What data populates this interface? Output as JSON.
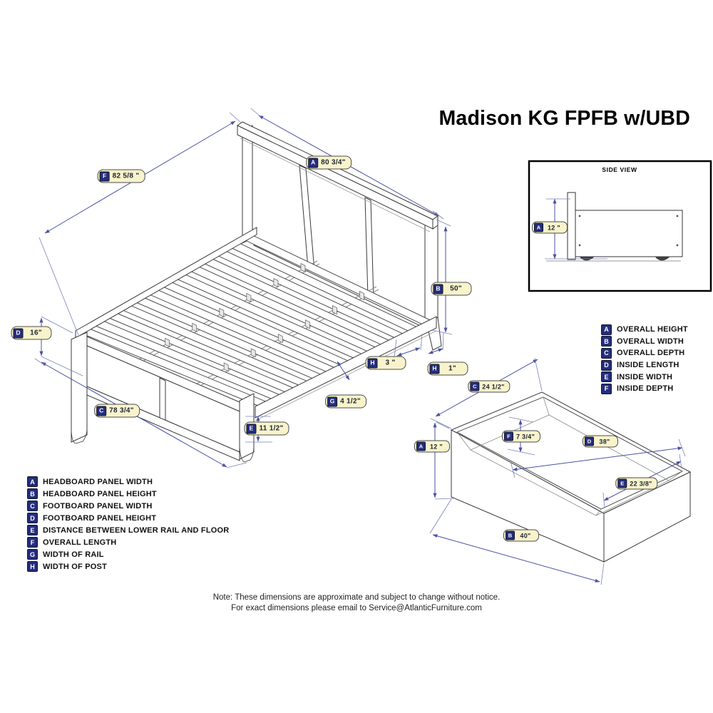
{
  "title": "Madison KG FPFB w/UBD",
  "side_view": {
    "title": "SIDE VIEW"
  },
  "labels": {
    "bed_F": {
      "letter": "F",
      "value": "82 5/8 \""
    },
    "bed_A": {
      "letter": "A",
      "value": "80 3/4\""
    },
    "bed_B": {
      "letter": "B",
      "value": "50\""
    },
    "bed_D": {
      "letter": "D",
      "value": "16\""
    },
    "bed_C": {
      "letter": "C",
      "value": "78 3/4\""
    },
    "bed_E": {
      "letter": "E",
      "value": "11 1/2\""
    },
    "bed_G": {
      "letter": "G",
      "value": "4 1/2\""
    },
    "bed_H3": {
      "letter": "H",
      "value": "3 \""
    },
    "bed_H1": {
      "letter": "H",
      "value": "1\""
    },
    "dr_C": {
      "letter": "C",
      "value": "24 1/2\""
    },
    "dr_A": {
      "letter": "A",
      "value": "12 \""
    },
    "dr_F": {
      "letter": "F",
      "value": "7 3/4\""
    },
    "dr_D": {
      "letter": "D",
      "value": "38\""
    },
    "dr_E": {
      "letter": "E",
      "value": "22 3/8\""
    },
    "dr_B": {
      "letter": "B",
      "value": "40\""
    },
    "sv_A": {
      "letter": "A",
      "value": "12 \""
    }
  },
  "legend_left": {
    "items": [
      {
        "letter": "A",
        "label": "HEADBOARD PANEL WIDTH"
      },
      {
        "letter": "B",
        "label": "HEADBOARD PANEL HEIGHT"
      },
      {
        "letter": "C",
        "label": "FOOTBOARD PANEL WIDTH"
      },
      {
        "letter": "D",
        "label": "FOOTBOARD PANEL HEIGHT"
      },
      {
        "letter": "E",
        "label": "DISTANCE BETWEEN LOWER RAIL AND FLOOR"
      },
      {
        "letter": "F",
        "label": "OVERALL LENGTH"
      },
      {
        "letter": "G",
        "label": "WIDTH OF RAIL"
      },
      {
        "letter": "H",
        "label": "WIDTH OF POST"
      }
    ]
  },
  "legend_right": {
    "items": [
      {
        "letter": "A",
        "label": "OVERALL HEIGHT"
      },
      {
        "letter": "B",
        "label": "OVERALL WIDTH"
      },
      {
        "letter": "C",
        "label": "OVERALL DEPTH"
      },
      {
        "letter": "D",
        "label": "INSIDE LENGTH"
      },
      {
        "letter": "E",
        "label": "INSIDE WIDTH"
      },
      {
        "letter": "F",
        "label": "INSIDE DEPTH"
      }
    ]
  },
  "note": {
    "line1": "Note:  These dimensions are approximate and subject to change without notice.",
    "line2": "For exact dimensions please email to Service@AtlanticFurniture.com"
  },
  "colors": {
    "dimension_line": "#4a52a3",
    "badge": "#242e7e",
    "label_bg": "#f8f3cb"
  }
}
